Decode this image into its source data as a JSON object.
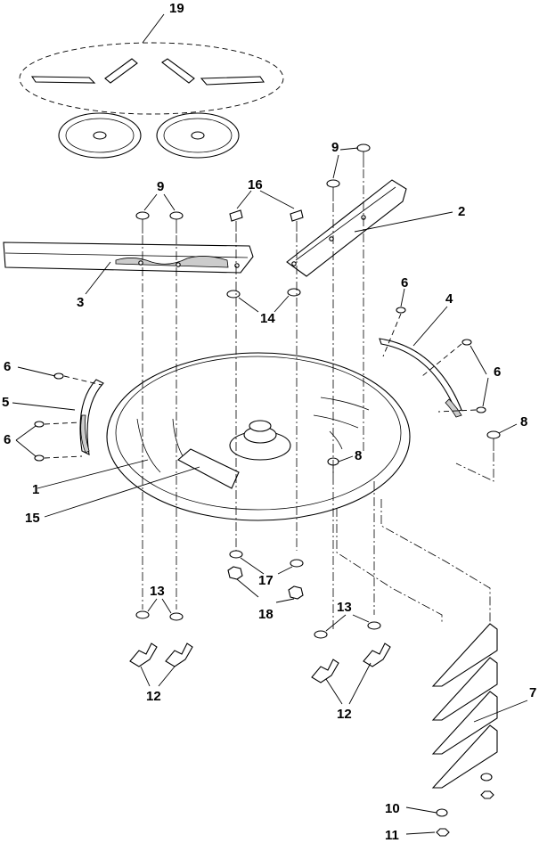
{
  "callouts": {
    "c1": "1",
    "c2": "2",
    "c3": "3",
    "c4": "4",
    "c5": "5",
    "c6a": "6",
    "c6b": "6",
    "c6c": "6",
    "c6d": "6",
    "c7": "7",
    "c8a": "8",
    "c8b": "8",
    "c9a": "9",
    "c9b": "9",
    "c10": "10",
    "c11": "11",
    "c12a": "12",
    "c12b": "12",
    "c13a": "13",
    "c13b": "13",
    "c14": "14",
    "c15": "15",
    "c16": "16",
    "c17": "17",
    "c18": "18",
    "c19": "19"
  }
}
